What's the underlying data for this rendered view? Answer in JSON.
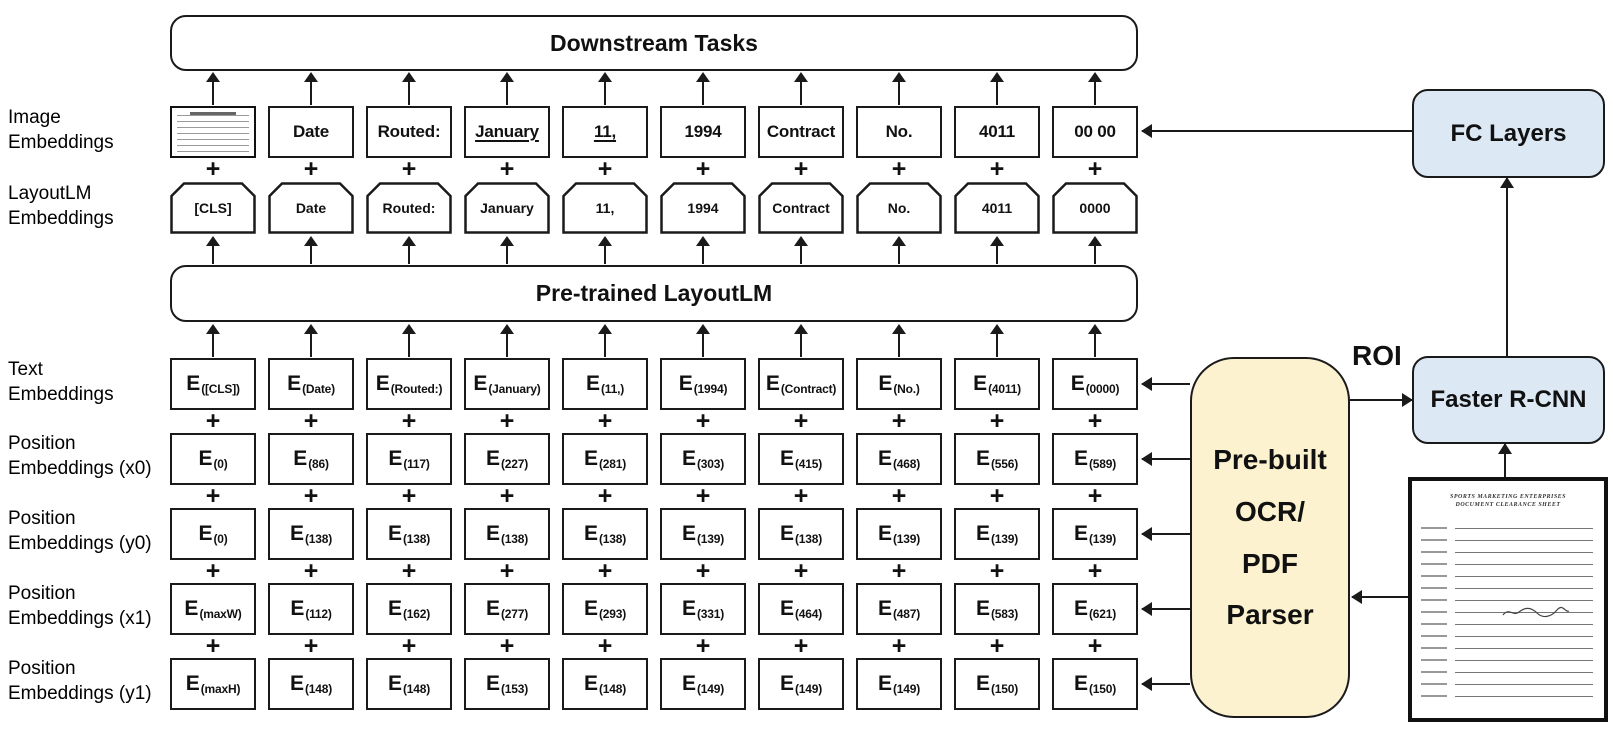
{
  "diagram": {
    "downstream_tasks_label": "Downstream Tasks",
    "pretrained_label": "Pre-trained LayoutLM",
    "plus_symbol": "+",
    "embedding_symbol": "E"
  },
  "left_labels": {
    "image": {
      "line1": "Image",
      "line2": "Embeddings"
    },
    "layoutlm": {
      "line1": "LayoutLM",
      "line2": "Embeddings"
    },
    "text": {
      "line1": "Text",
      "line2": "Embeddings"
    },
    "pos_x0": {
      "line1": "Position",
      "line2": "Embeddings (x0)"
    },
    "pos_y0": {
      "line1": "Position",
      "line2": "Embeddings (y0)"
    },
    "pos_x1": {
      "line1": "Position",
      "line2": "Embeddings (x1)"
    },
    "pos_y1": {
      "line1": "Position",
      "line2": "Embeddings (y1)"
    }
  },
  "grid": {
    "image_row": [
      "",
      "Date",
      "Routed:",
      "January",
      "11,",
      "1994",
      "Contract",
      "No.",
      "4011",
      "00 00"
    ],
    "layoutlm_row": [
      "[CLS]",
      "Date",
      "Routed:",
      "January",
      "11,",
      "1994",
      "Contract",
      "No.",
      "4011",
      "0000"
    ],
    "text_row": [
      "([CLS])",
      "(Date)",
      "(Routed:)",
      "(January)",
      "(11,)",
      "(1994)",
      "(Contract)",
      "(No.)",
      "(4011)",
      "(0000)"
    ],
    "pos_x0_row": [
      "(0)",
      "(86)",
      "(117)",
      "(227)",
      "(281)",
      "(303)",
      "(415)",
      "(468)",
      "(556)",
      "(589)"
    ],
    "pos_y0_row": [
      "(0)",
      "(138)",
      "(138)",
      "(138)",
      "(138)",
      "(139)",
      "(138)",
      "(139)",
      "(139)",
      "(139)"
    ],
    "pos_x1_row": [
      "(maxW)",
      "(112)",
      "(162)",
      "(277)",
      "(293)",
      "(331)",
      "(464)",
      "(487)",
      "(583)",
      "(621)"
    ],
    "pos_y1_row": [
      "(maxH)",
      "(148)",
      "(148)",
      "(153)",
      "(148)",
      "(149)",
      "(149)",
      "(149)",
      "(150)",
      "(150)"
    ]
  },
  "right_panel": {
    "fc_layers_label": "FC Layers",
    "faster_rcnn_label": "Faster R-CNN",
    "roi_label": "ROI",
    "parser_lines": [
      "Pre-built",
      "OCR/",
      "PDF",
      "Parser"
    ],
    "document_title_line1": "SPORTS MARKETING ENTERPRISES",
    "document_title_line2": "DOCUMENT CLEARANCE SHEET",
    "colors": {
      "box_blue": "#dce9f5",
      "box_yellow": "#fcf2cf",
      "line": "#1a1a1a"
    }
  }
}
